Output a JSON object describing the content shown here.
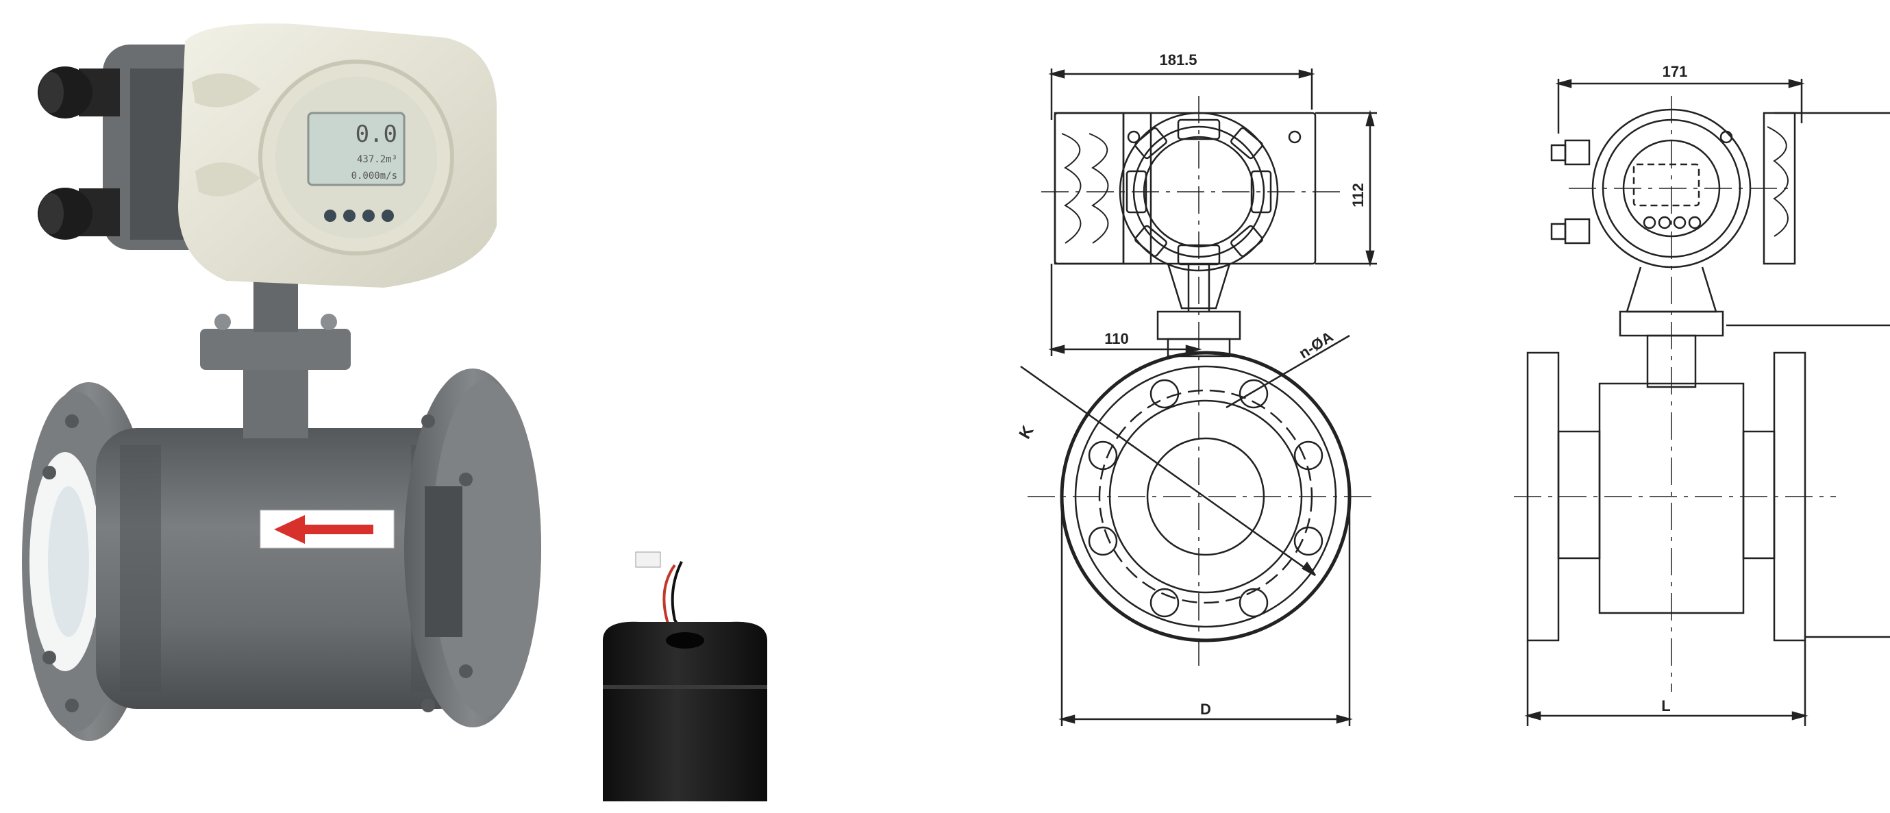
{
  "product": {
    "display": {
      "reading": "0.0",
      "line2": "437.2m³",
      "line3": "0.000m/s",
      "button_count": 4
    }
  },
  "drawings": {
    "side_view": {
      "dim_width": "181.5",
      "dim_height": "112",
      "dim_offset": "110",
      "dim_bolt_holes": "n-ØA",
      "dim_bolt_circle": "K",
      "dim_flange_diameter": "D"
    },
    "front_view": {
      "dim_width": "171",
      "dim_length": "L"
    }
  },
  "colors": {
    "body_gray": "#6b6e70",
    "flange_gray": "#74777a",
    "housing_cream": "#e7e5d6",
    "lcd": "#c9d6cf",
    "arrow_red": "#d8302a",
    "liner_white": "#f4f6f6",
    "gland_black": "#1c1c1c",
    "line": "#222222"
  },
  "icons": [
    "flow-direction-arrow-icon",
    "cable-gland-icon",
    "display-button-icon"
  ]
}
